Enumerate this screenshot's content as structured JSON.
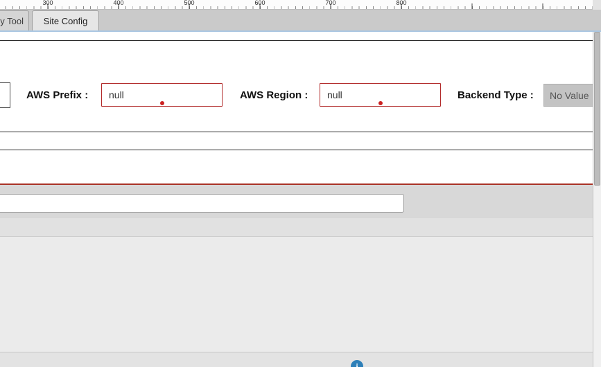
{
  "ruler": {
    "marks": [
      "300",
      "400",
      "500",
      "600",
      "700",
      "800"
    ]
  },
  "tabs": {
    "items": [
      {
        "label": "y Tool"
      },
      {
        "label": "Site Config"
      }
    ]
  },
  "form": {
    "fields": [
      {
        "label": "AWS Prefix :",
        "value": "null"
      },
      {
        "label": "AWS Region :",
        "value": "null"
      },
      {
        "label": "Backend Type :",
        "value": "No Value"
      }
    ]
  },
  "main_input": {
    "value": ""
  },
  "footer": {
    "info_icon": "i"
  },
  "colors": {
    "error_border": "#b22a2a",
    "error_dot": "#cc2222",
    "red_divider": "#a93226",
    "tab_underline": "#a9c6e2",
    "info_blue": "#2d7fb8"
  }
}
